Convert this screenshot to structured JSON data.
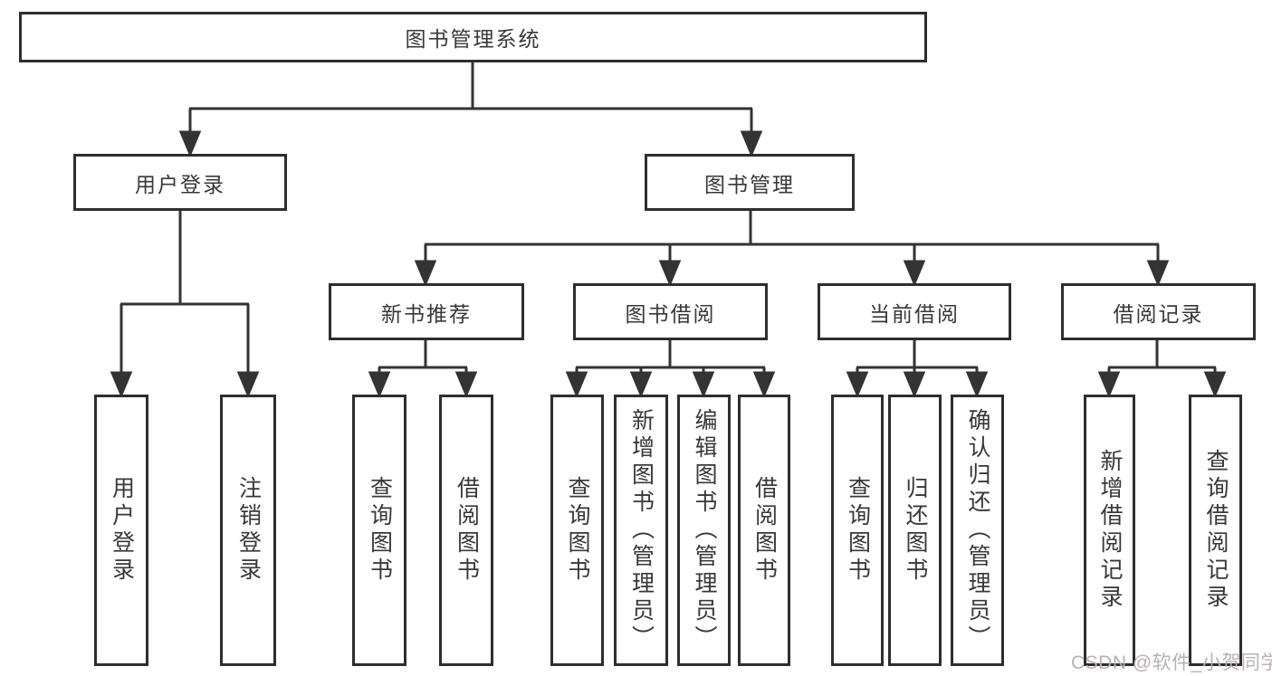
{
  "tree": {
    "root": {
      "label": "图书管理系统"
    },
    "children": [
      {
        "label": "用户登录",
        "children": [
          {
            "label": "用户登录"
          },
          {
            "label": "注销登录"
          }
        ]
      },
      {
        "label": "图书管理",
        "children": [
          {
            "label": "新书推荐",
            "children": [
              {
                "label": "查询图书"
              },
              {
                "label": "借阅图书"
              }
            ]
          },
          {
            "label": "图书借阅",
            "children": [
              {
                "label": "查询图书"
              },
              {
                "label": "新增图书（管理员）"
              },
              {
                "label": "编辑图书（管理员）"
              },
              {
                "label": "借阅图书"
              }
            ]
          },
          {
            "label": "当前借阅",
            "children": [
              {
                "label": "查询图书"
              },
              {
                "label": "归还图书"
              },
              {
                "label": "确认归还（管理员）"
              }
            ]
          },
          {
            "label": "借阅记录",
            "children": [
              {
                "label": "新增借阅记录"
              },
              {
                "label": "查询借阅记录"
              }
            ]
          }
        ]
      }
    ]
  },
  "watermark": {
    "text": "CSDN @软件_小贺同学"
  },
  "colors": {
    "line": "#333333",
    "box_border": "#2e2e2e",
    "text": "#383838",
    "watermark": "#bab1b4",
    "background": "#ffffff"
  }
}
